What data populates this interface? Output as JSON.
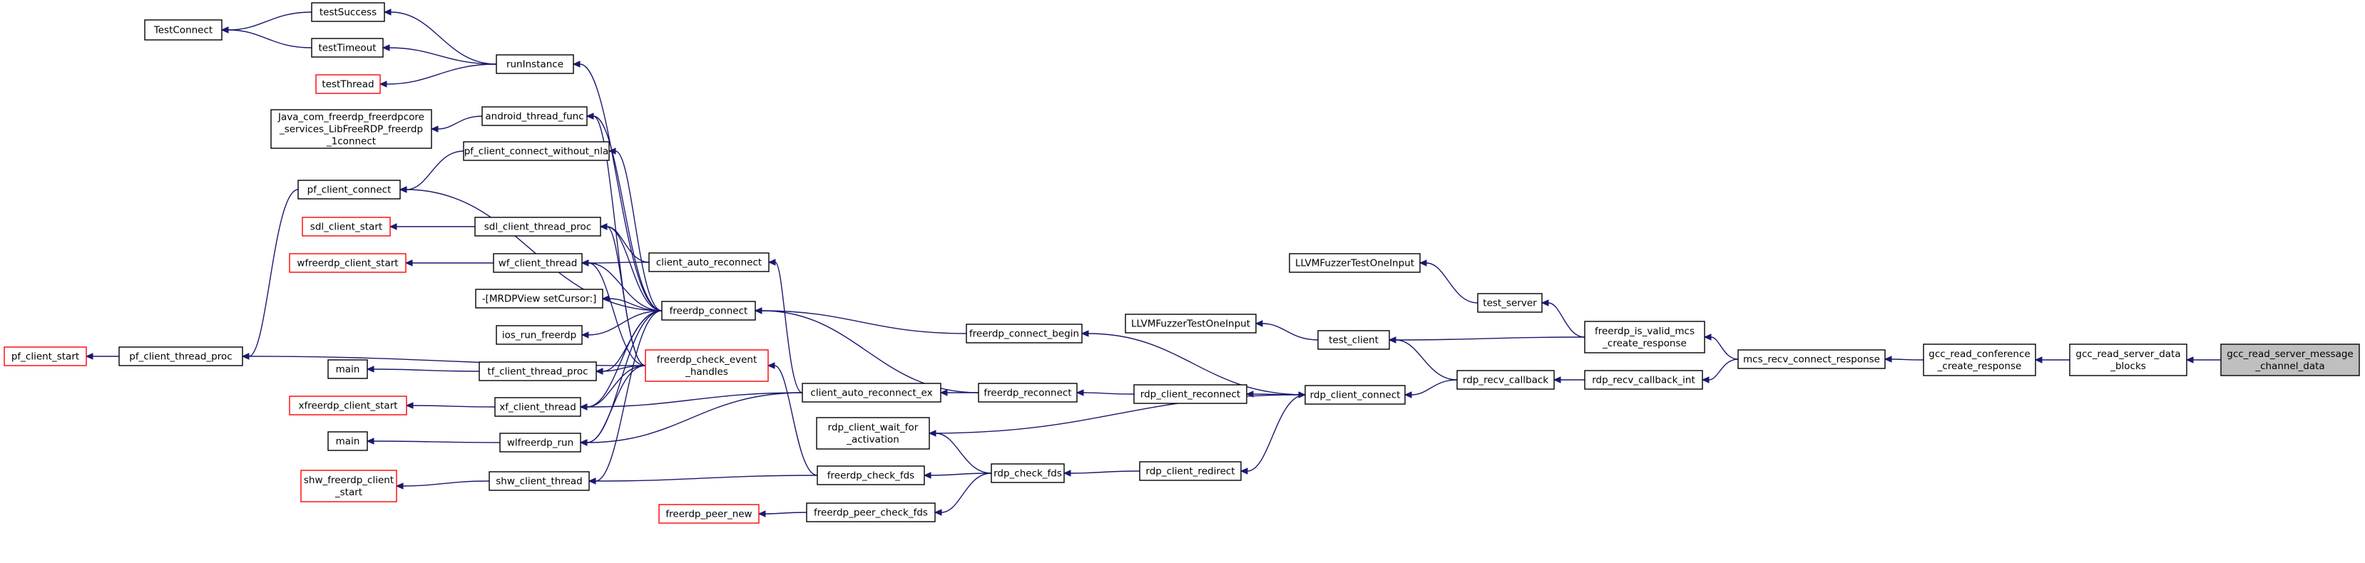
{
  "graph": {
    "nodes": [
      {
        "id": "TestConnect",
        "lines": [
          "TestConnect"
        ],
        "style": "normal"
      },
      {
        "id": "testSuccess",
        "lines": [
          "testSuccess"
        ],
        "style": "normal"
      },
      {
        "id": "testTimeout",
        "lines": [
          "testTimeout"
        ],
        "style": "normal"
      },
      {
        "id": "testThread",
        "lines": [
          "testThread"
        ],
        "style": "red"
      },
      {
        "id": "runInstance",
        "lines": [
          "runInstance"
        ],
        "style": "normal"
      },
      {
        "id": "Java_com",
        "lines": [
          "Java_com_freerdp_freerdpcore",
          "_services_LibFreeRDP_freerdp",
          "_1connect"
        ],
        "style": "normal"
      },
      {
        "id": "android_thread_func",
        "lines": [
          "android_thread_func"
        ],
        "style": "normal"
      },
      {
        "id": "pf_client_connect_without_nla",
        "lines": [
          "pf_client_connect_without_nla"
        ],
        "style": "normal"
      },
      {
        "id": "pf_client_connect",
        "lines": [
          "pf_client_connect"
        ],
        "style": "normal"
      },
      {
        "id": "sdl_client_start",
        "lines": [
          "sdl_client_start"
        ],
        "style": "red"
      },
      {
        "id": "sdl_client_thread_proc",
        "lines": [
          "sdl_client_thread_proc"
        ],
        "style": "normal"
      },
      {
        "id": "wfreerdp_client_start",
        "lines": [
          "wfreerdp_client_start"
        ],
        "style": "red"
      },
      {
        "id": "wf_client_thread",
        "lines": [
          "wf_client_thread"
        ],
        "style": "normal"
      },
      {
        "id": "MRDPView",
        "lines": [
          "-[MRDPView setCursor:]"
        ],
        "style": "normal"
      },
      {
        "id": "ios_run_freerdp",
        "lines": [
          "ios_run_freerdp"
        ],
        "style": "normal"
      },
      {
        "id": "main1",
        "lines": [
          "main"
        ],
        "style": "normal"
      },
      {
        "id": "tf_client_thread_proc",
        "lines": [
          "tf_client_thread_proc"
        ],
        "style": "normal"
      },
      {
        "id": "xfreerdp_client_start",
        "lines": [
          "xfreerdp_client_start"
        ],
        "style": "red"
      },
      {
        "id": "xf_client_thread",
        "lines": [
          "xf_client_thread"
        ],
        "style": "normal"
      },
      {
        "id": "main2",
        "lines": [
          "main"
        ],
        "style": "normal"
      },
      {
        "id": "wlfreerdp_run",
        "lines": [
          "wlfreerdp_run"
        ],
        "style": "normal"
      },
      {
        "id": "shw_freerdp_client_start",
        "lines": [
          "shw_freerdp_client",
          "_start"
        ],
        "style": "red"
      },
      {
        "id": "shw_client_thread",
        "lines": [
          "shw_client_thread"
        ],
        "style": "normal"
      },
      {
        "id": "pf_client_start",
        "lines": [
          "pf_client_start"
        ],
        "style": "red"
      },
      {
        "id": "pf_client_thread_proc",
        "lines": [
          "pf_client_thread_proc"
        ],
        "style": "normal"
      },
      {
        "id": "client_auto_reconnect",
        "lines": [
          "client_auto_reconnect"
        ],
        "style": "normal"
      },
      {
        "id": "freerdp_connect",
        "lines": [
          "freerdp_connect"
        ],
        "style": "normal"
      },
      {
        "id": "freerdp_check_event_handles",
        "lines": [
          "freerdp_check_event",
          "_handles"
        ],
        "style": "red"
      },
      {
        "id": "client_auto_reconnect_ex",
        "lines": [
          "client_auto_reconnect_ex"
        ],
        "style": "normal"
      },
      {
        "id": "rdp_client_wait_for_activation",
        "lines": [
          "rdp_client_wait_for",
          "_activation"
        ],
        "style": "normal"
      },
      {
        "id": "freerdp_check_fds",
        "lines": [
          "freerdp_check_fds"
        ],
        "style": "normal"
      },
      {
        "id": "freerdp_peer_new",
        "lines": [
          "freerdp_peer_new"
        ],
        "style": "red"
      },
      {
        "id": "freerdp_peer_check_fds",
        "lines": [
          "freerdp_peer_check_fds"
        ],
        "style": "normal"
      },
      {
        "id": "freerdp_connect_begin",
        "lines": [
          "freerdp_connect_begin"
        ],
        "style": "normal"
      },
      {
        "id": "freerdp_reconnect",
        "lines": [
          "freerdp_reconnect"
        ],
        "style": "normal"
      },
      {
        "id": "rdp_check_fds",
        "lines": [
          "rdp_check_fds"
        ],
        "style": "normal"
      },
      {
        "id": "rdp_client_reconnect",
        "lines": [
          "rdp_client_reconnect"
        ],
        "style": "normal"
      },
      {
        "id": "rdp_client_redirect",
        "lines": [
          "rdp_client_redirect"
        ],
        "style": "normal"
      },
      {
        "id": "LLVMFuzzerTestOneInput1",
        "lines": [
          "LLVMFuzzerTestOneInput"
        ],
        "style": "normal"
      },
      {
        "id": "LLVMFuzzerTestOneInput2",
        "lines": [
          "LLVMFuzzerTestOneInput"
        ],
        "style": "normal"
      },
      {
        "id": "test_client",
        "lines": [
          "test_client"
        ],
        "style": "normal"
      },
      {
        "id": "test_server",
        "lines": [
          "test_server"
        ],
        "style": "normal"
      },
      {
        "id": "rdp_client_connect",
        "lines": [
          "rdp_client_connect"
        ],
        "style": "normal"
      },
      {
        "id": "rdp_recv_callback",
        "lines": [
          "rdp_recv_callback"
        ],
        "style": "normal"
      },
      {
        "id": "rdp_recv_callback_int",
        "lines": [
          "rdp_recv_callback_int"
        ],
        "style": "normal"
      },
      {
        "id": "freerdp_is_valid_mcs_create_response",
        "lines": [
          "freerdp_is_valid_mcs",
          "_create_response"
        ],
        "style": "normal"
      },
      {
        "id": "mcs_recv_connect_response",
        "lines": [
          "mcs_recv_connect_response"
        ],
        "style": "normal"
      },
      {
        "id": "gcc_read_conference_create_response",
        "lines": [
          "gcc_read_conference",
          "_create_response"
        ],
        "style": "normal"
      },
      {
        "id": "gcc_read_server_data_blocks",
        "lines": [
          "gcc_read_server_data",
          "_blocks"
        ],
        "style": "normal"
      },
      {
        "id": "gcc_read_server_message_channel_data",
        "lines": [
          "gcc_read_server_message",
          "_channel_data"
        ],
        "style": "root"
      }
    ]
  }
}
